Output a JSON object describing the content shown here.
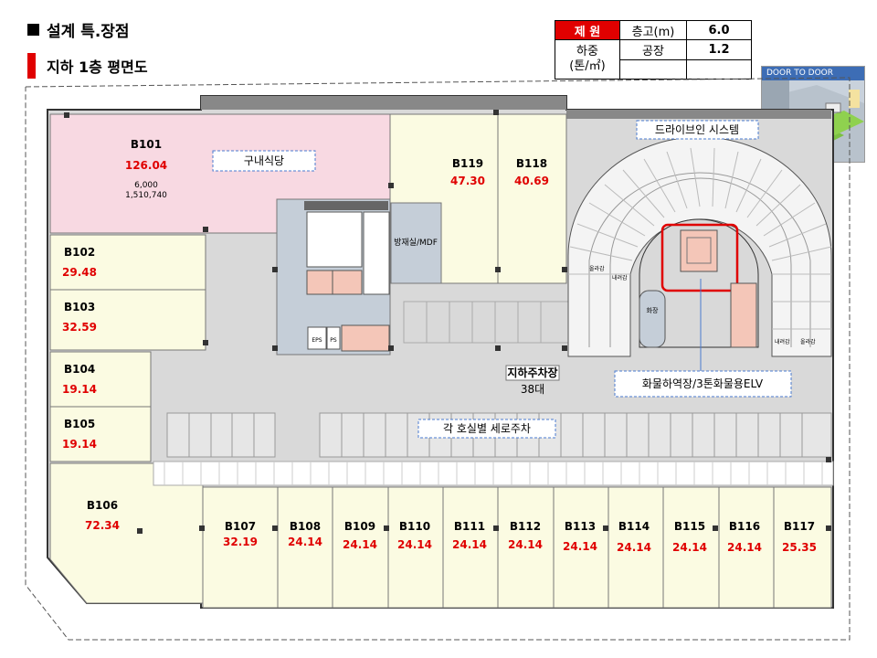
{
  "header": {
    "title": "설계 특.장점",
    "subtitle": "지하 1층 평면도"
  },
  "spec_table": {
    "header": "제 원",
    "r1_label": "층고(m)",
    "r1_value": "6.0",
    "r2_label": "하중",
    "r2_label2": "(톤/㎡)",
    "r2_sub": "공장",
    "r2_value": "1.2",
    "accent": "#e00000"
  },
  "thumbnail": {
    "label": "DOOR TO DOOR"
  },
  "callouts": {
    "cafeteria": "구내식당",
    "drive_in": "드라이브인 시스템",
    "parking": "지하주차장",
    "parking_count": "38대",
    "unit_parking": "각 호실별 세로주차",
    "freight": "화물하역장/3톤화물용ELV",
    "utility": "방재실/MDF"
  },
  "room_b101": {
    "name": "B101",
    "area": "126.04",
    "extra1": "6,000",
    "extra2": "1,510,740"
  },
  "rooms_west": [
    {
      "name": "B102",
      "area": "29.48"
    },
    {
      "name": "B103",
      "area": "32.59"
    },
    {
      "name": "B104",
      "area": "19.14"
    },
    {
      "name": "B105",
      "area": "19.14"
    },
    {
      "name": "B106",
      "area": "72.34"
    }
  ],
  "rooms_north": [
    {
      "name": "B119",
      "area": "47.30"
    },
    {
      "name": "B118",
      "area": "40.69"
    }
  ],
  "rooms_south": [
    {
      "name": "B107",
      "area": "32.19"
    },
    {
      "name": "B108",
      "area": "24.14"
    },
    {
      "name": "B109",
      "area": "24.14"
    },
    {
      "name": "B110",
      "area": "24.14"
    },
    {
      "name": "B111",
      "area": "24.14"
    },
    {
      "name": "B112",
      "area": "24.14"
    },
    {
      "name": "B113",
      "area": "24.14"
    },
    {
      "name": "B114",
      "area": "24.14"
    },
    {
      "name": "B115",
      "area": "24.14"
    },
    {
      "name": "B116",
      "area": "24.14"
    },
    {
      "name": "B117",
      "area": "25.35"
    }
  ],
  "ramp_labels": {
    "l1": "올라감",
    "l2": "내려감",
    "l3": "내려감",
    "l4": "올라감"
  },
  "core_labels": {
    "eps": "EPS",
    "ps": "PS",
    "wc": "화장"
  }
}
